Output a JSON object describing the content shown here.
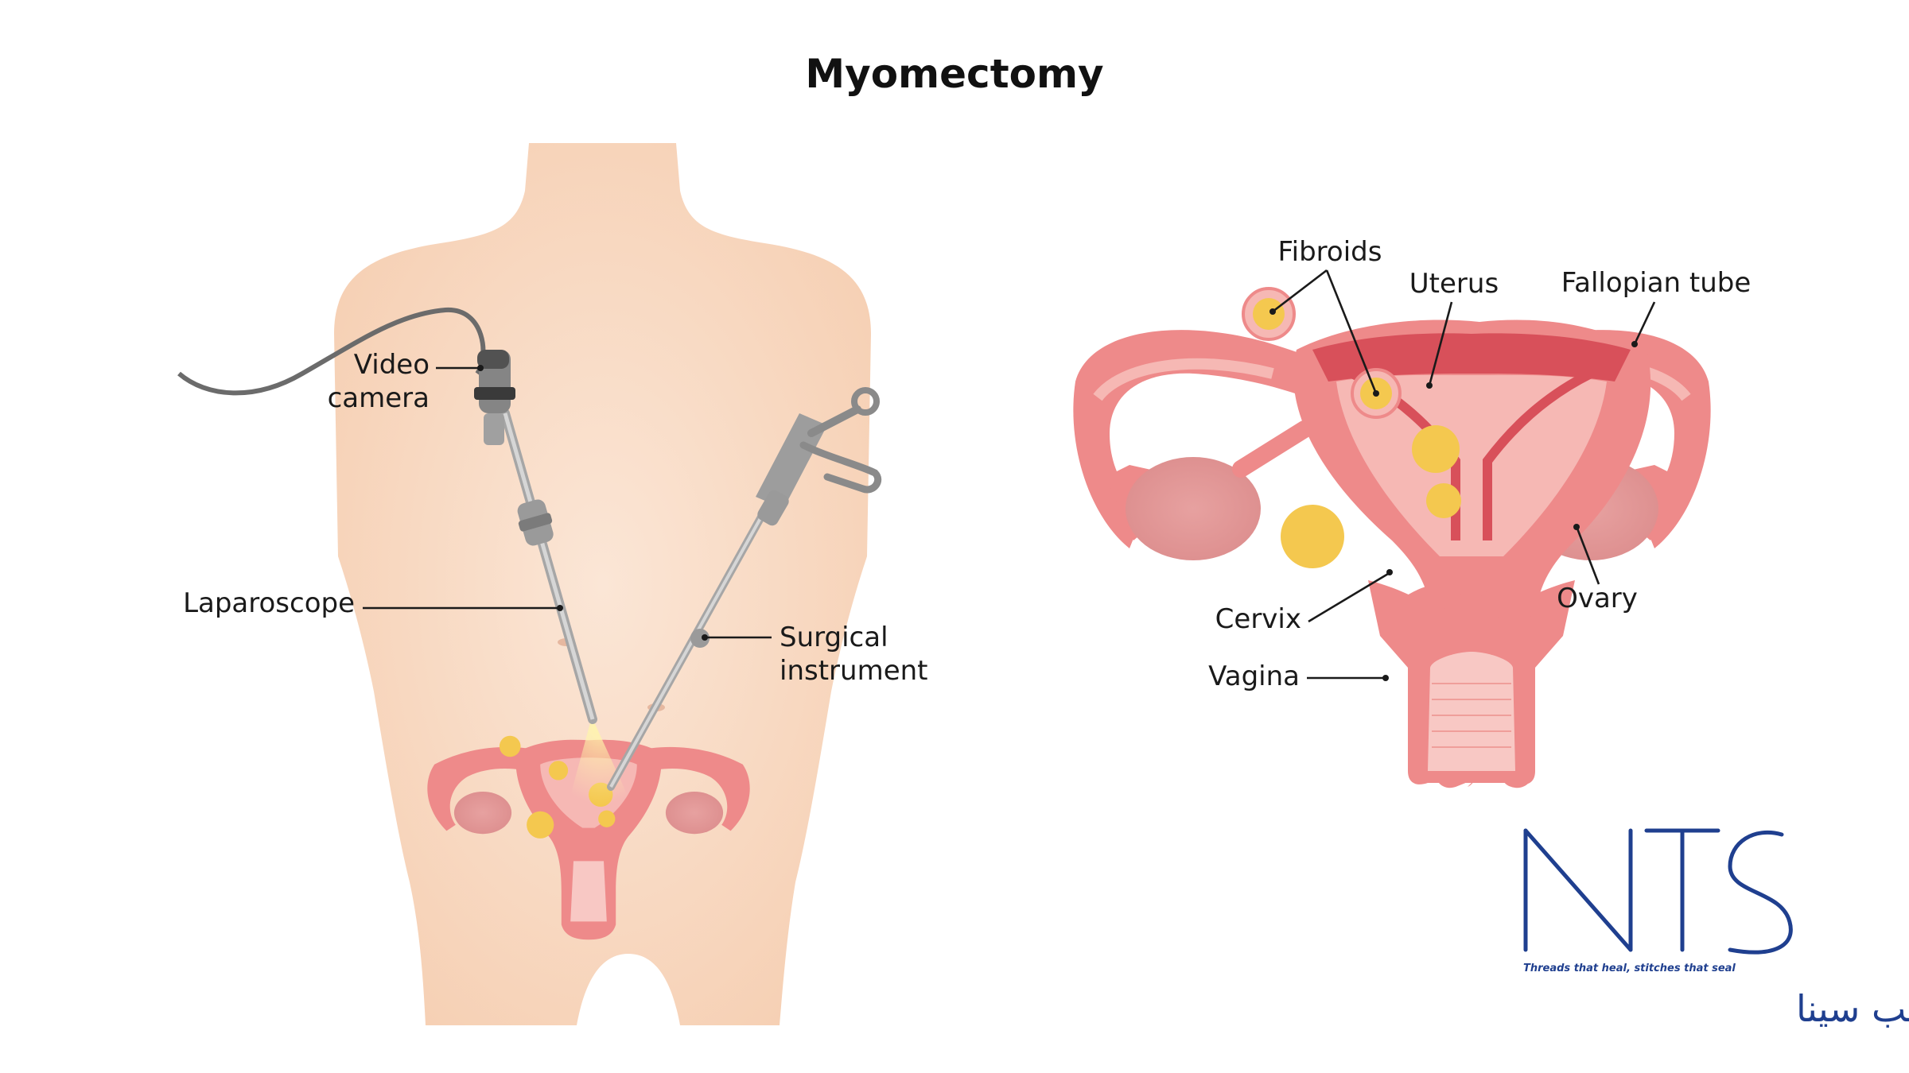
{
  "title": "Myomectomy",
  "left_labels": {
    "video_camera_line1": "Video",
    "video_camera_line2": "camera",
    "laparoscope": "Laparoscope",
    "surgical_instrument_line1": "Surgical",
    "surgical_instrument_line2": "instrument"
  },
  "right_labels": {
    "fibroids": "Fibroids",
    "uterus": "Uterus",
    "fallopian_tube": "Fallopian tube",
    "cervix": "Cervix",
    "vagina": "Vagina",
    "ovary": "Ovary"
  },
  "logo": {
    "letters": "NTS",
    "tagline": "Threads that heal, stitches that seal",
    "arabic": "نخ جراحان طب سینا"
  },
  "colors": {
    "skin": "#f8d6bd",
    "uterus": "#ee8a8a",
    "uterus_light": "#f6b8b4",
    "uterus_dark": "#d8505a",
    "fibroid": "#f4c84f",
    "logo_blue": "#1f3f8f"
  }
}
